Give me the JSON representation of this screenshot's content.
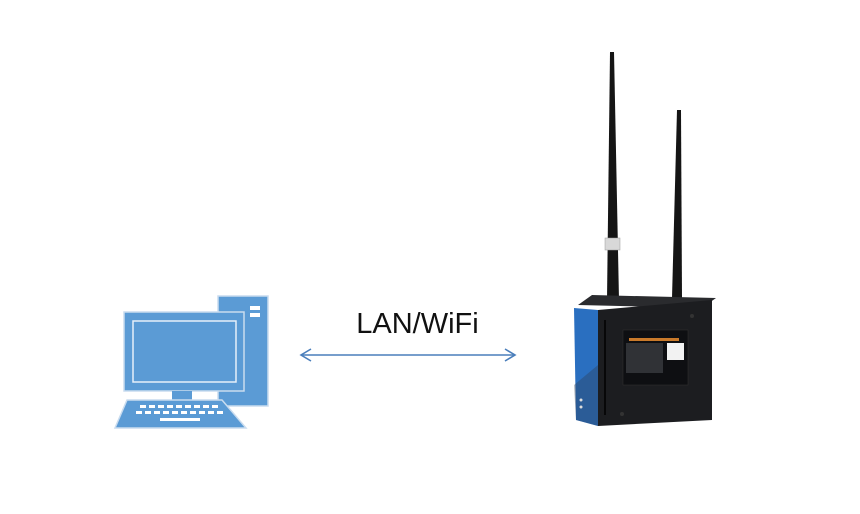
{
  "diagram": {
    "connection_label": "LAN/WiFi",
    "nodes": [
      {
        "name": "computer",
        "icon": "desktop-computer-icon"
      },
      {
        "name": "router",
        "icon": "4g-router-with-antennas"
      }
    ],
    "colors": {
      "computer": "#5b9bd5",
      "arrow": "#4a7ebb",
      "router_body": "#1c1d20",
      "router_side": "#2a6fc0"
    }
  }
}
